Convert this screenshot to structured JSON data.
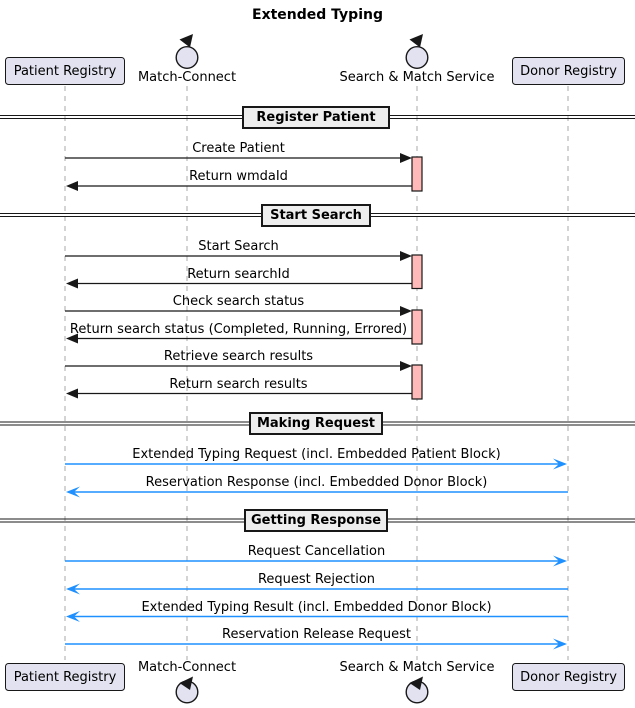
{
  "title": "Extended Typing",
  "participants": [
    {
      "label": "Patient Registry",
      "type": "box"
    },
    {
      "label": "Match-Connect",
      "type": "control"
    },
    {
      "label": "Search & Match Service",
      "type": "control"
    },
    {
      "label": "Donor Registry",
      "type": "box"
    }
  ],
  "sections": [
    {
      "label": "Register Patient"
    },
    {
      "label": "Start Search"
    },
    {
      "label": "Making Request"
    },
    {
      "label": "Getting Response"
    }
  ],
  "messages": [
    {
      "label": "Create Patient",
      "from": "Patient Registry",
      "to": "Search & Match Service",
      "direction": "right",
      "color": "black"
    },
    {
      "label": "Return wmdaId",
      "from": "Search & Match Service",
      "to": "Patient Registry",
      "direction": "left",
      "color": "black"
    },
    {
      "label": "Start Search",
      "from": "Patient Registry",
      "to": "Search & Match Service",
      "direction": "right",
      "color": "black"
    },
    {
      "label": "Return searchId",
      "from": "Search & Match Service",
      "to": "Patient Registry",
      "direction": "left",
      "color": "black"
    },
    {
      "label": "Check search status",
      "from": "Patient Registry",
      "to": "Search & Match Service",
      "direction": "right",
      "color": "black"
    },
    {
      "label": "Return search status (Completed, Running, Errored)",
      "from": "Search & Match Service",
      "to": "Patient Registry",
      "direction": "left",
      "color": "black"
    },
    {
      "label": "Retrieve search results",
      "from": "Patient Registry",
      "to": "Search & Match Service",
      "direction": "right",
      "color": "black"
    },
    {
      "label": "Return search results",
      "from": "Search & Match Service",
      "to": "Patient Registry",
      "direction": "left",
      "color": "black"
    },
    {
      "label": "Extended Typing Request (incl. Embedded Patient Block)",
      "from": "Patient Registry",
      "to": "Donor Registry",
      "direction": "right",
      "color": "blue"
    },
    {
      "label": "Reservation Response (incl. Embedded Donor Block)",
      "from": "Donor Registry",
      "to": "Patient Registry",
      "direction": "left",
      "color": "blue"
    },
    {
      "label": "Request Cancellation",
      "from": "Patient Registry",
      "to": "Donor Registry",
      "direction": "right",
      "color": "blue"
    },
    {
      "label": "Request Rejection",
      "from": "Donor Registry",
      "to": "Patient Registry",
      "direction": "left",
      "color": "blue"
    },
    {
      "label": "Extended Typing Result (incl. Embedded Donor Block)",
      "from": "Donor Registry",
      "to": "Patient Registry",
      "direction": "left",
      "color": "blue"
    },
    {
      "label": "Reservation Release Request",
      "from": "Patient Registry",
      "to": "Donor Registry",
      "direction": "right",
      "color": "blue"
    }
  ],
  "colors": {
    "participant_fill": "#E2E2F0",
    "participant_border": "#181818",
    "activation_fill": "#FFB9B9",
    "divider_fill": "#EEEEEE",
    "black_arrow": "#181818",
    "blue_arrow": "#1E90FF",
    "lifeline": "#A8A8A8"
  }
}
